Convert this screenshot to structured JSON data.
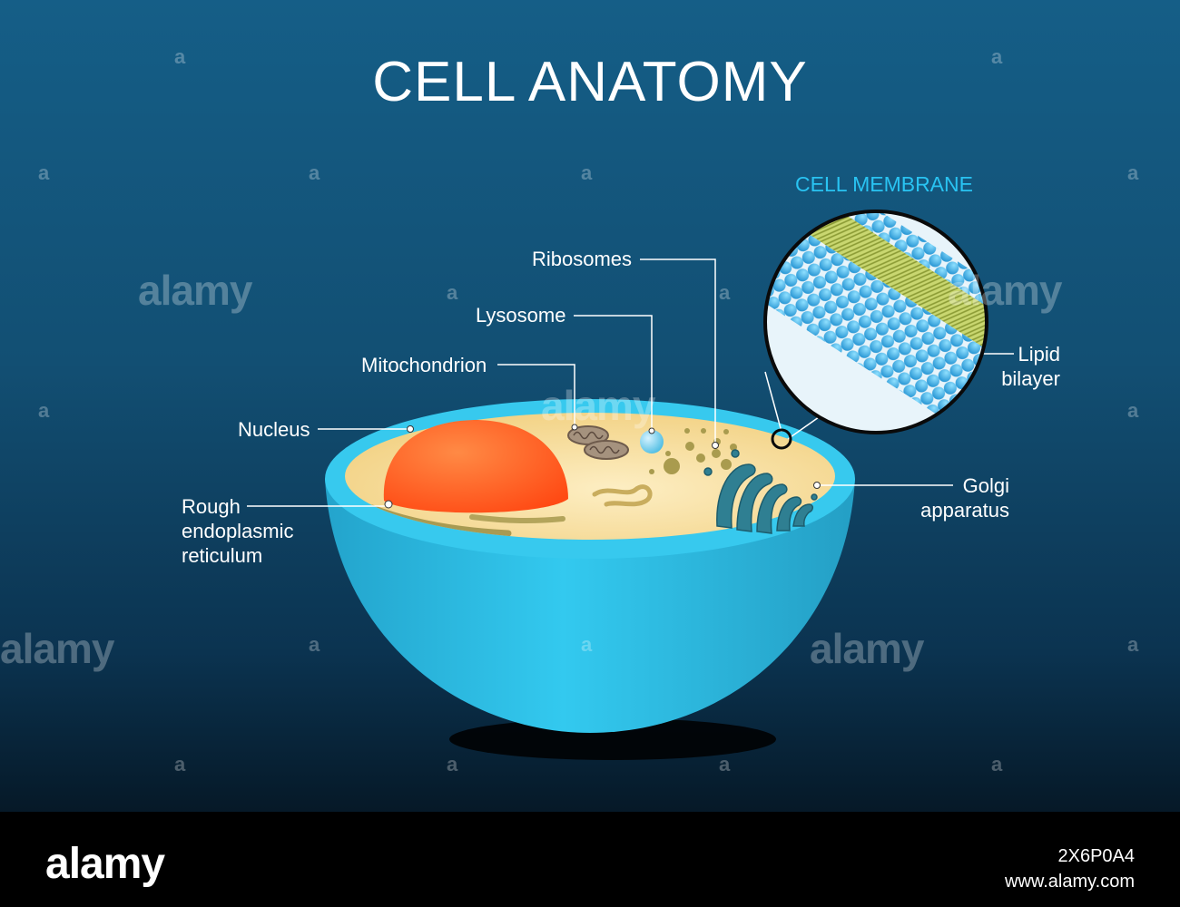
{
  "title": "CELL ANATOMY",
  "membrane_title": "CELL MEMBRANE",
  "labels": {
    "ribosomes": "Ribosomes",
    "lysosome": "Lysosome",
    "mitochondrion": "Mitochondrion",
    "nucleus": "Nucleus",
    "rough_er": [
      "Rough",
      "endoplasmic",
      "reticulum"
    ],
    "golgi": [
      "Golgi",
      "apparatus"
    ],
    "lipid": [
      "Lipid",
      "bilayer"
    ]
  },
  "watermark": {
    "logo": "alamy",
    "glyph": "a"
  },
  "footer": {
    "logo": "alamy",
    "image_id": "2X6P0A4",
    "site": "www.alamy.com"
  },
  "colors": {
    "membrane_outer": "#2ec4ea",
    "cytoplasm": "#fae4a8",
    "nucleus": "#ff5a1e",
    "lysosome": "#8ad8f4",
    "organelle_olive": "#9f9548",
    "golgi": "#2f7f92",
    "title_accent": "#29c3f2"
  }
}
